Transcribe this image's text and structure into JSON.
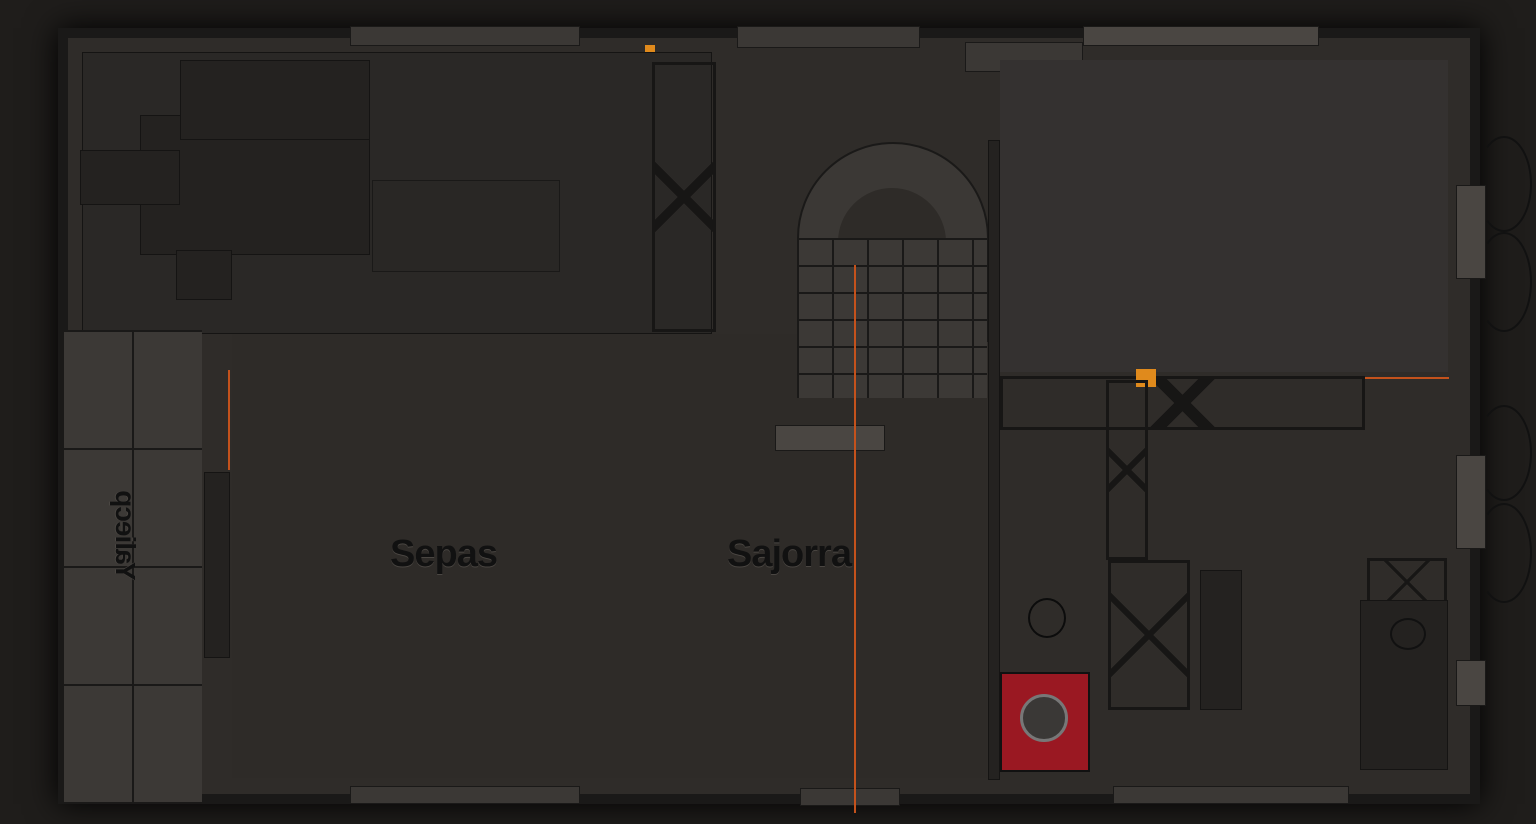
{
  "labels": {
    "left_room": "Sepas",
    "center_room": "Sajorra",
    "side_panel": "Yaliecp"
  },
  "colors": {
    "wire": "#c4521c",
    "accent": "#e08a1c",
    "alarm_box": "#9a1822"
  }
}
